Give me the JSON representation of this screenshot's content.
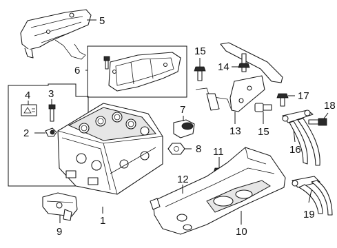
{
  "callouts": {
    "c1": "1",
    "c2": "2",
    "c3": "3",
    "c4": "4",
    "c5": "5",
    "c6": "6",
    "c7": "7",
    "c8": "8",
    "c9": "9",
    "c10": "10",
    "c11": "11",
    "c12": "12",
    "c13": "13",
    "c14": "14",
    "c15a": "15",
    "c15b": "15",
    "c16": "16",
    "c17": "17",
    "c18": "18",
    "c19": "19"
  },
  "colors": {
    "line": "#111111",
    "background": "#ffffff"
  }
}
